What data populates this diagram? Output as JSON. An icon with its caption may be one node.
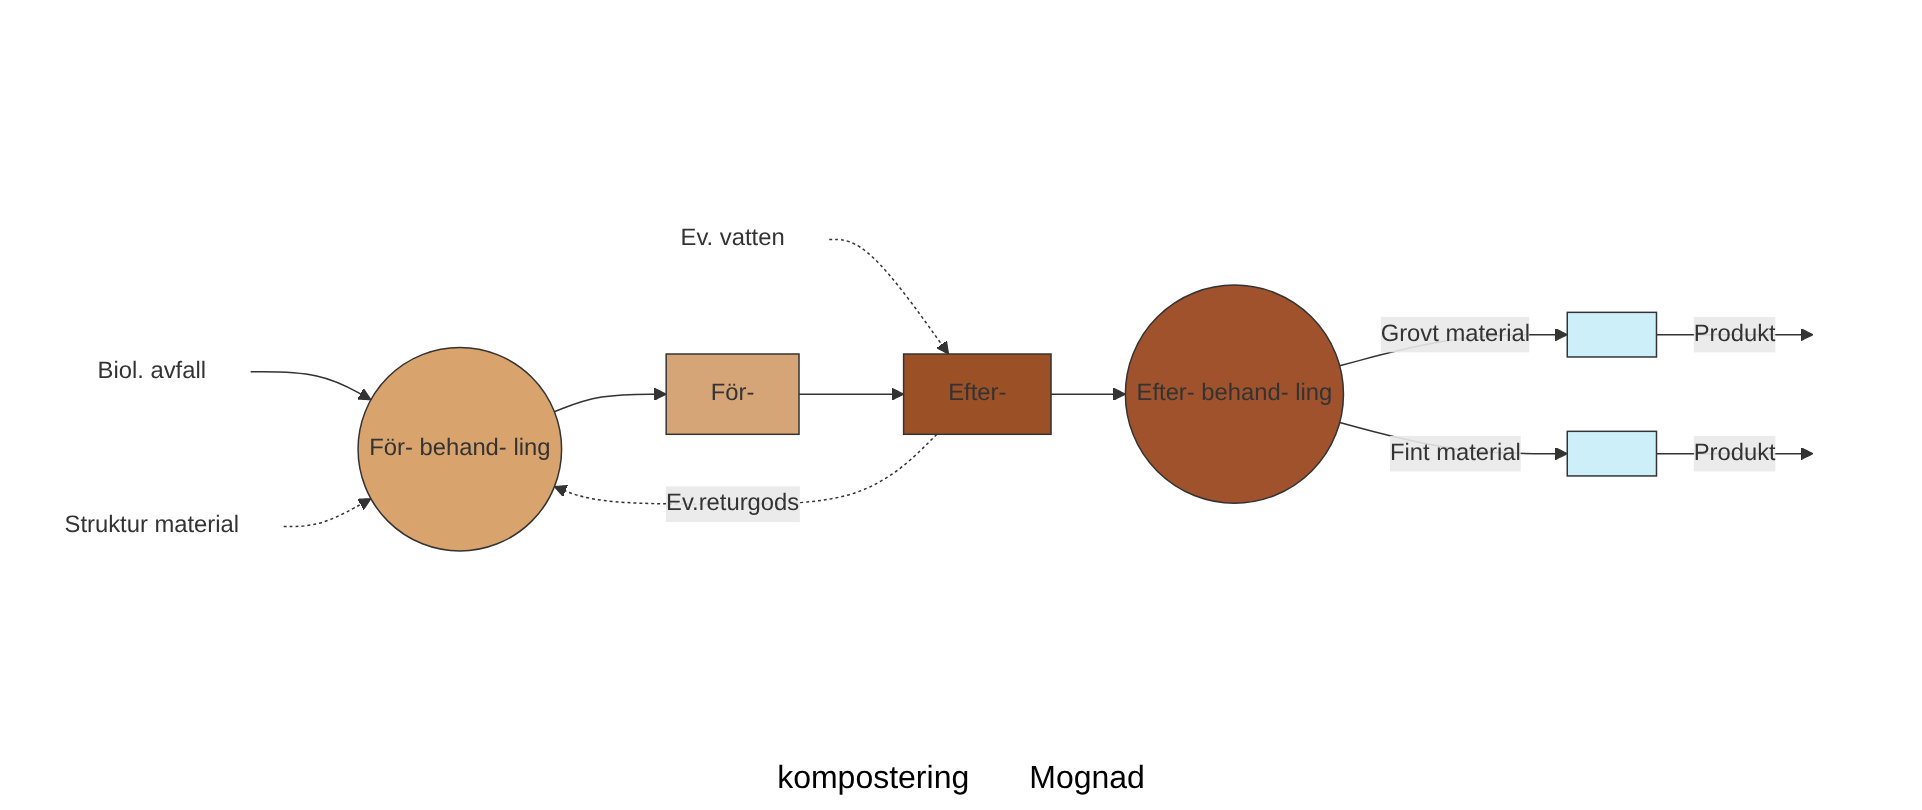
{
  "diagram": {
    "nodes": [
      {
        "text": [
          "Biol. avfall"
        ]
      },
      {
        "text": [
          "Struktur material"
        ]
      },
      {
        "text": [
          "För- behand- ling"
        ]
      },
      {
        "text": [
          "För-"
        ]
      },
      {
        "text": [
          "Efter-"
        ]
      },
      {
        "text": [
          "Efter- behand- ling"
        ]
      },
      {
        "text": [],
        "shape": "box"
      },
      {
        "text": [],
        "shape": "box"
      },
      {
        "text": [
          "Ev. vatten"
        ]
      }
    ],
    "edges": [
      {
        "from": 0,
        "to": 2,
        "arrow": "to"
      },
      {
        "from": 1,
        "to": 2,
        "arrow": "to",
        "style": "dashed"
      },
      {
        "from": 4,
        "to": 2,
        "arrow": "to",
        "style": "dashed",
        "label": "Ev.returgods"
      },
      {
        "from": 2,
        "to": 3,
        "arrow": "to"
      },
      {
        "from": 8,
        "to": 4,
        "arrow": "to",
        "style": "dashed"
      },
      {
        "from": 3,
        "to": 4,
        "arrow": "to"
      },
      {
        "from": 4,
        "to": 5,
        "arrow": "to"
      },
      {
        "from": 5,
        "to": 6,
        "arrow": "to",
        "label": "Grovt material"
      },
      {
        "from": 5,
        "to": 7,
        "arrow": "to",
        "label": "Fint material"
      },
      {
        "from": 6,
        "to": null,
        "arrow": "to",
        "label": "Produkt"
      },
      {
        "from": 7,
        "to": null,
        "arrow": "to",
        "label": "Produkt"
      }
    ],
    "labels": [
      "kompostering",
      "Mognad"
    ]
  }
}
